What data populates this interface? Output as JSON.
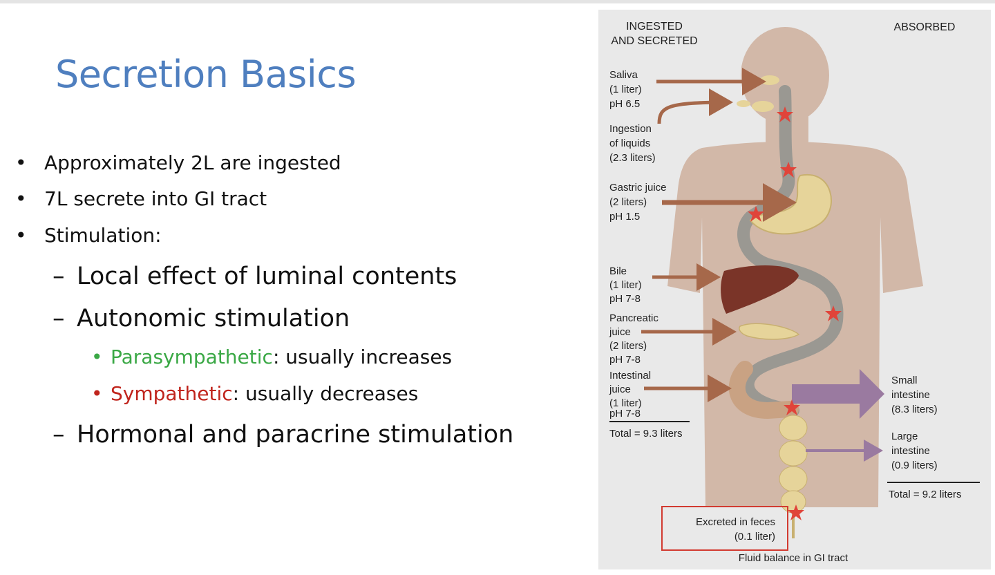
{
  "slide": {
    "title": "Secretion Basics",
    "bullets": [
      {
        "level": 1,
        "marker": "•",
        "text": "Approximately 2L are ingested"
      },
      {
        "level": 1,
        "marker": "•",
        "text": "7L secrete into GI tract"
      },
      {
        "level": 1,
        "marker": "•",
        "text": "Stimulation:"
      },
      {
        "level": 2,
        "marker": "–",
        "text": "Local effect of luminal contents"
      },
      {
        "level": 2,
        "marker": "–",
        "text": "Autonomic stimulation"
      },
      {
        "level": 3,
        "marker": "•",
        "highlight": "Parasympathetic",
        "text": ": usually increases",
        "color": "#3aa845"
      },
      {
        "level": 3,
        "marker": "•",
        "highlight": "Sympathetic",
        "text": ": usually decreases",
        "color": "#c0241c"
      },
      {
        "level": 2,
        "marker": "–",
        "text": "Hormonal and paracrine stimulation"
      }
    ]
  },
  "figure": {
    "left_header": [
      "INGESTED",
      "AND SECRETED"
    ],
    "right_header": "ABSORBED",
    "inputs": [
      {
        "id": "saliva",
        "lines": [
          "Saliva",
          "(1 liter)",
          "pH 6.5"
        ]
      },
      {
        "id": "liquids",
        "lines": [
          "Ingestion",
          "of liquids",
          "(2.3 liters)"
        ]
      },
      {
        "id": "gastric",
        "lines": [
          "Gastric juice",
          "(2 liters)",
          "pH 1.5"
        ]
      },
      {
        "id": "bile",
        "lines": [
          "Bile",
          "(1 liter)",
          "pH 7-8"
        ]
      },
      {
        "id": "pancreatic",
        "lines": [
          "Pancreatic",
          "juice",
          "(2 liters)",
          "pH 7-8"
        ]
      },
      {
        "id": "intestinal",
        "lines": [
          "Intestinal",
          "juice",
          "(1 liter)",
          "pH 7-8"
        ]
      }
    ],
    "input_total": "Total = 9.3 liters",
    "outputs": [
      {
        "id": "small",
        "lines": [
          "Small",
          "intestine",
          "(8.3 liters)"
        ]
      },
      {
        "id": "large",
        "lines": [
          "Large",
          "intestine",
          "(0.9 liters)"
        ]
      }
    ],
    "output_total": "Total = 9.2 liters",
    "excreted": [
      "Excreted in feces",
      "(0.1 liter)"
    ],
    "caption": "Fluid balance in GI tract",
    "colors": {
      "body": "#d2b8a8",
      "gut": "#9a9892",
      "input_arrow": "#a6684a",
      "absorb_arrow": "#9a7aa0",
      "star": "#e0443a",
      "stomach": "#e6d49a",
      "liver": "#7a3428",
      "excreted_box": "#d23a30"
    }
  }
}
